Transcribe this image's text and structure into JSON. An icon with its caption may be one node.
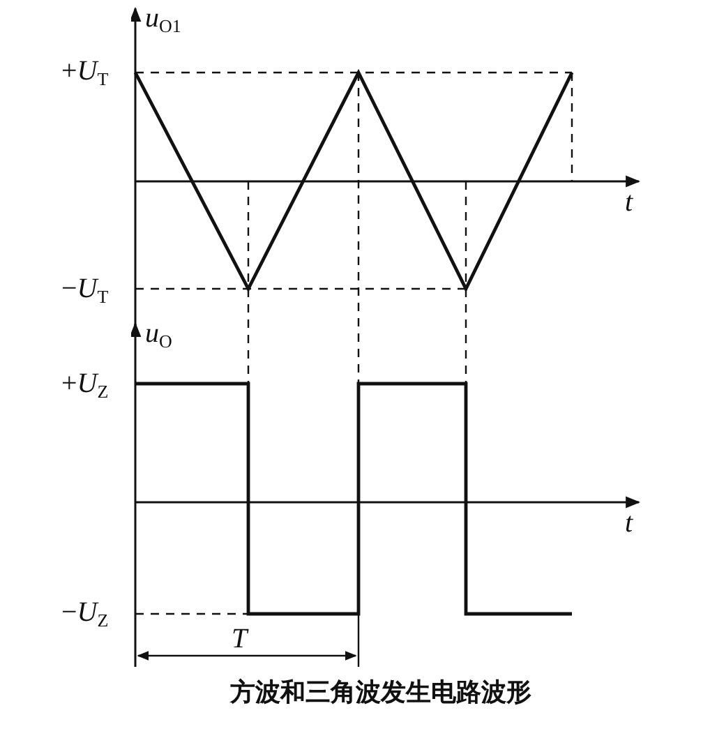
{
  "diagram": {
    "caption": "方波和三角波发生电路波形",
    "labels": [
      "*u*$_{O1}$",
      "+*U*$_{T}$",
      "*t*",
      "−*U*$_{T}$",
      "*u*$_{O}$",
      "+*U*$_{Z}$",
      "*t*",
      "−*U*$_{Z}$",
      "*T*"
    ]
  }
}
